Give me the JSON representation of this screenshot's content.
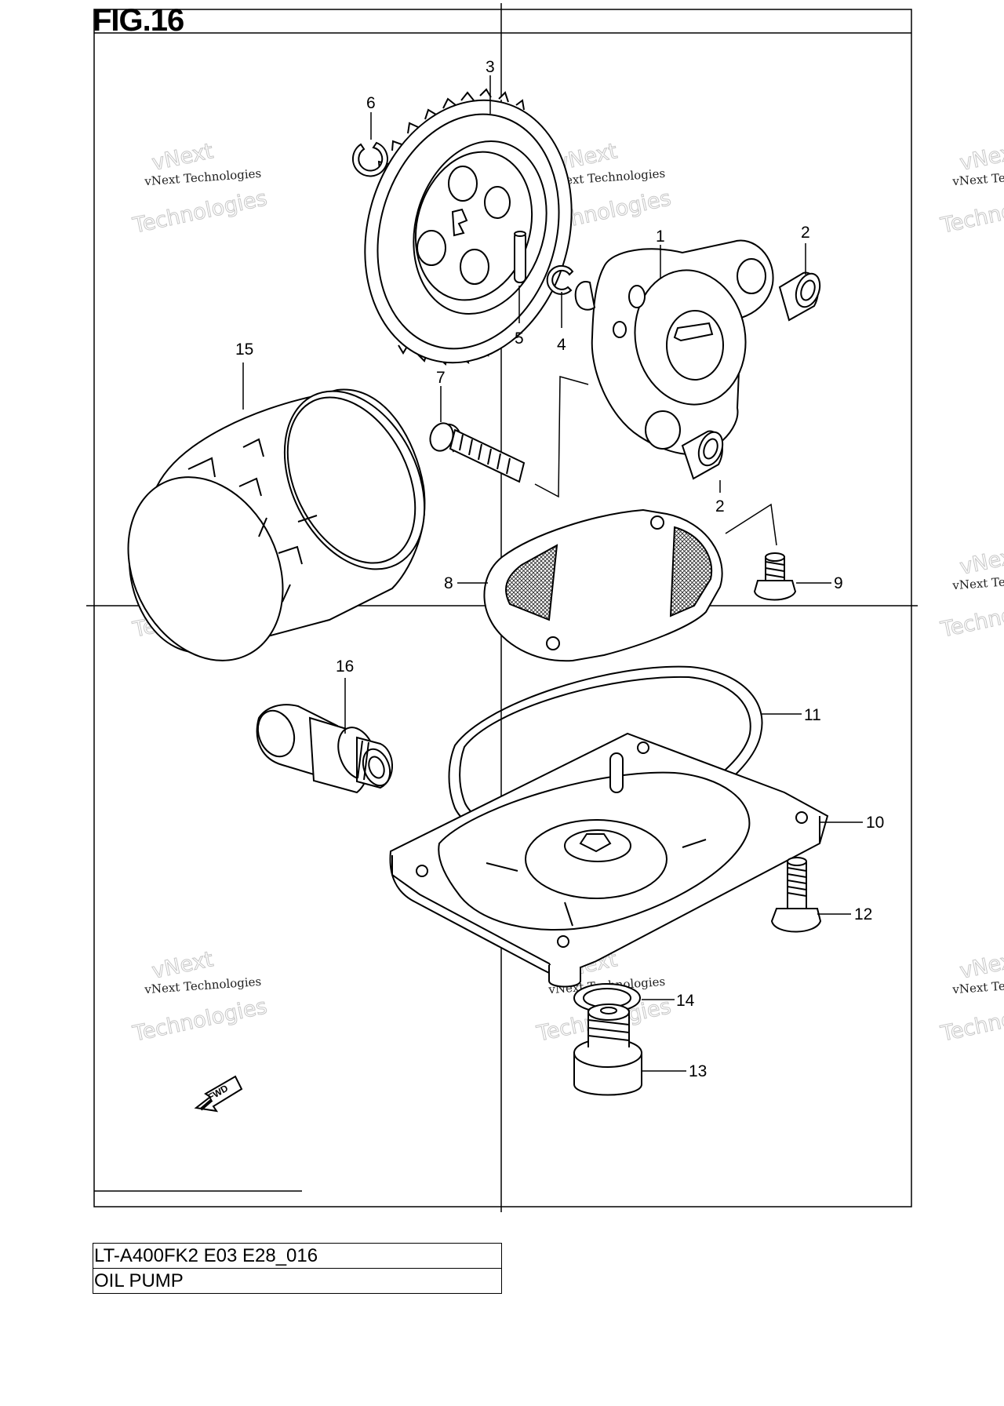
{
  "figure": {
    "title": "FIG.16"
  },
  "callouts": [
    {
      "id": "1",
      "label": "1"
    },
    {
      "id": "2a",
      "label": "2"
    },
    {
      "id": "2b",
      "label": "2"
    },
    {
      "id": "3",
      "label": "3"
    },
    {
      "id": "4",
      "label": "4"
    },
    {
      "id": "5",
      "label": "5"
    },
    {
      "id": "6",
      "label": "6"
    },
    {
      "id": "7",
      "label": "7"
    },
    {
      "id": "8",
      "label": "8"
    },
    {
      "id": "9",
      "label": "9"
    },
    {
      "id": "10",
      "label": "10"
    },
    {
      "id": "11",
      "label": "11"
    },
    {
      "id": "12",
      "label": "12"
    },
    {
      "id": "13",
      "label": "13"
    },
    {
      "id": "14",
      "label": "14"
    },
    {
      "id": "15",
      "label": "15"
    },
    {
      "id": "16",
      "label": "16"
    }
  ],
  "watermark": {
    "line1": "vNext",
    "line2": "vNext Technologies",
    "line3": "Technologies"
  },
  "fwd_label": "FWD",
  "info": {
    "model": "LT-A400FK2 E03 E28_016",
    "section": "OIL PUMP"
  }
}
